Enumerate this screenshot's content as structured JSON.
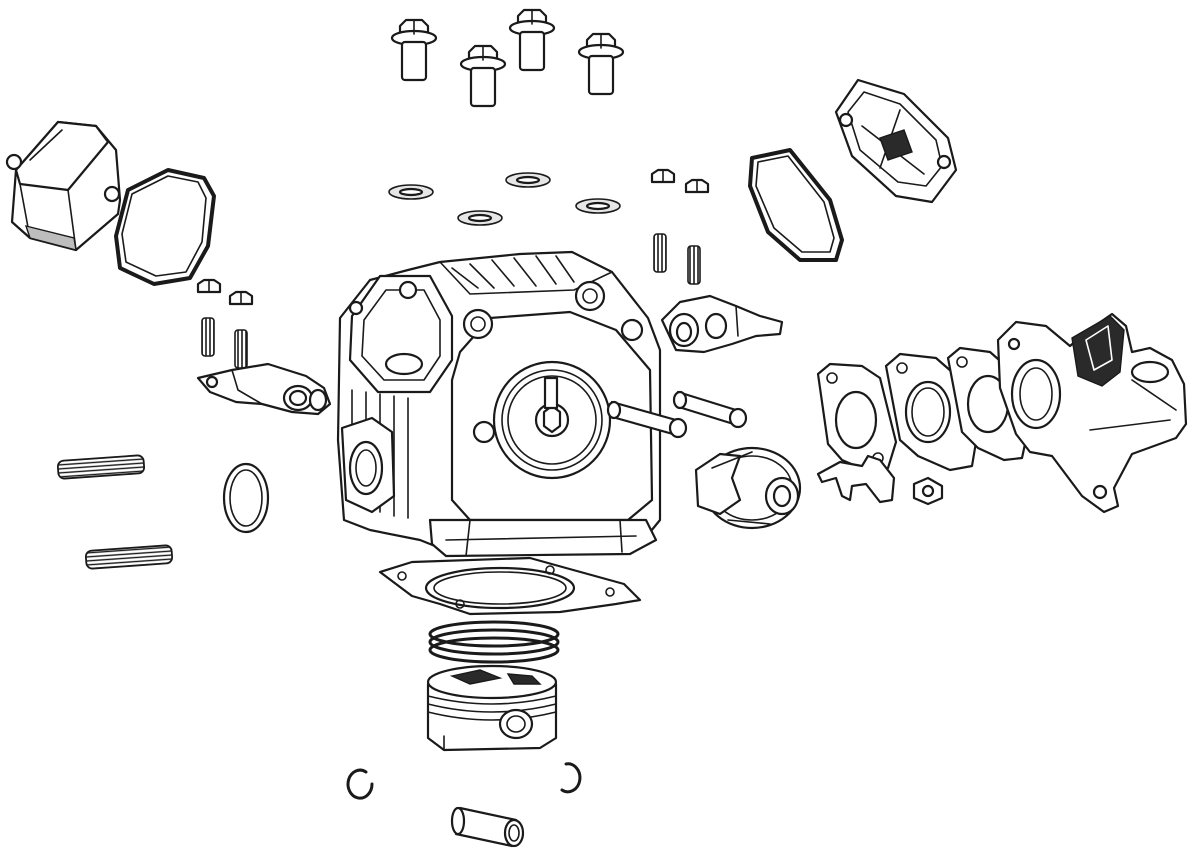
{
  "diagram": {
    "type": "exploded-view",
    "colors": {
      "line": "#1a1a1a",
      "background": "#ffffff",
      "shade": "#bdbdbd"
    },
    "parts": [
      "cylinder-head",
      "cam-sprocket",
      "flange-bolt",
      "flat-washer",
      "valve-cover",
      "valve-cover-gasket",
      "small-nut",
      "short-stud",
      "rocker-arm",
      "rocker-shaft",
      "long-stud",
      "o-ring",
      "oil-seal",
      "head-gasket",
      "piston-ring-set",
      "piston",
      "piston-pin",
      "circlip",
      "intake-spacer",
      "intake-gasket",
      "intake-manifold",
      "bracket",
      "small-bolt"
    ]
  }
}
